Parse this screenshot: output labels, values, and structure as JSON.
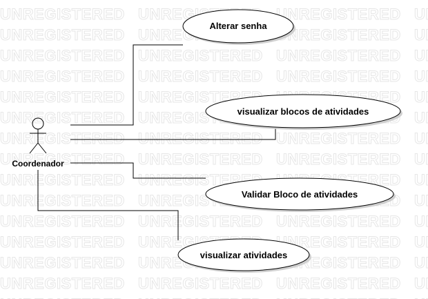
{
  "watermark": {
    "text": "UNREGISTERED"
  },
  "actor": {
    "name": "Coordenador"
  },
  "use_cases": [
    {
      "id": "alterar-senha",
      "label": "Alterar senha"
    },
    {
      "id": "visualizar-blocos",
      "label": "visualizar blocos de atividades"
    },
    {
      "id": "validar-bloco",
      "label": "Validar Bloco de atividades"
    },
    {
      "id": "visualizar-atividades",
      "label": "visualizar atividades"
    }
  ]
}
